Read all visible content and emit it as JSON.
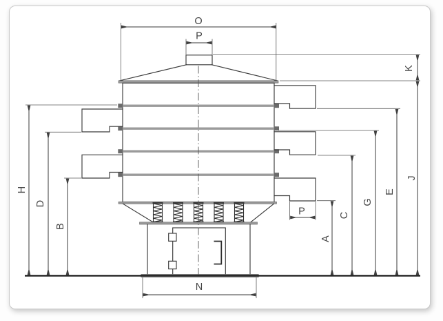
{
  "canvas": {
    "outer_background": "#fdfdfd",
    "page_background": "#ffffff",
    "page_border_color": "#c9c9c9"
  },
  "drawing": {
    "kind": "engineering-dimension-drawing",
    "subject": "multi-deck-vibrating-sifter-front-elevation",
    "line_color": "#3a3a3a",
    "extension_line_color": "#5a5a5a",
    "band_fill_color": "#9b9b9b",
    "ground_line_color": "#1f1f1f",
    "machine": {
      "deck_band_count": 4,
      "left_outlet_count": 2,
      "right_outlet_count": 3,
      "spring_count": 5,
      "door_hinge_count": 2
    }
  },
  "dimension_labels": {
    "O": "O",
    "P_top": "P",
    "K": "K",
    "J": "J",
    "E": "E",
    "G": "G",
    "C": "C",
    "A": "A",
    "P_right": "P",
    "H": "H",
    "D": "D",
    "B": "B",
    "N": "N"
  }
}
